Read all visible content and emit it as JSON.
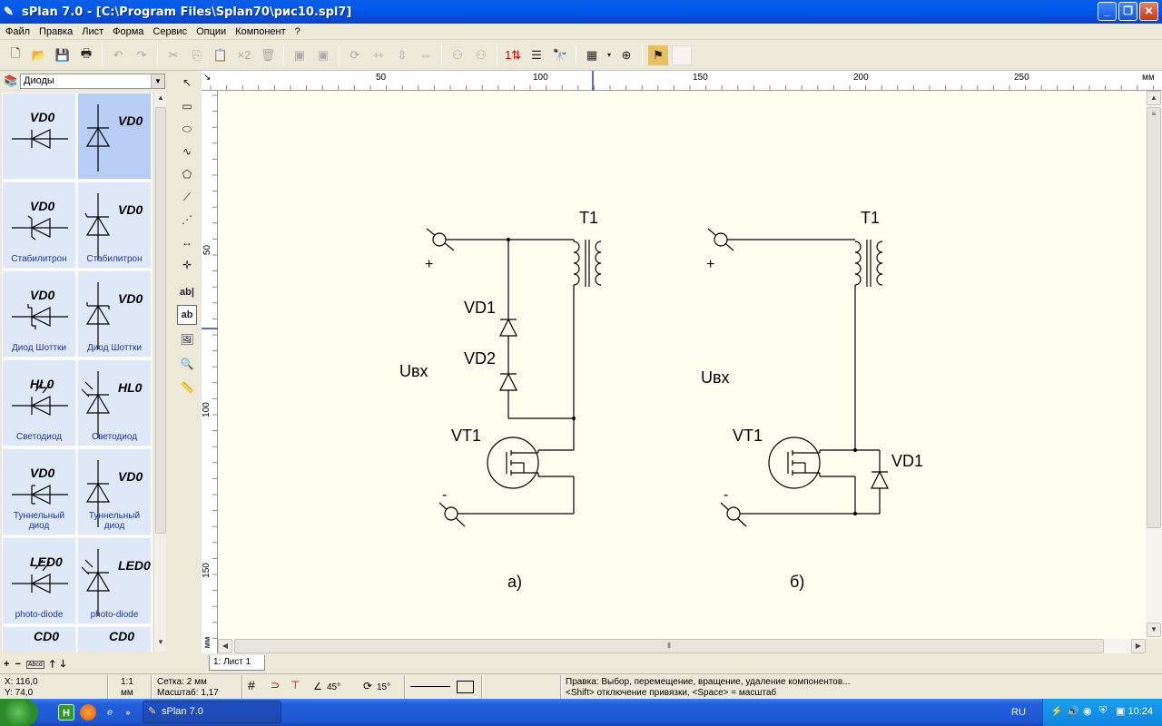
{
  "window": {
    "title": "sPlan 7.0 - [C:\\Program Files\\Splan70\\рис10.spl7]"
  },
  "menu": [
    "Файл",
    "Правка",
    "Лист",
    "Форма",
    "Сервис",
    "Опции",
    "Компонент",
    "?"
  ],
  "library": {
    "selected": "Диоды",
    "cells": [
      {
        "ref": "VD0",
        "label": "",
        "kind": "diode-h"
      },
      {
        "ref": "VD0",
        "label": "",
        "kind": "diode-v"
      },
      {
        "ref": "VD0",
        "label": "Стабилитрон",
        "kind": "zener-h"
      },
      {
        "ref": "VD0",
        "label": "Стабилитрон",
        "kind": "zener-v"
      },
      {
        "ref": "VD0",
        "label": "Диод Шоттки",
        "kind": "schottky-h"
      },
      {
        "ref": "VD0",
        "label": "Диод Шоттки",
        "kind": "schottky-v"
      },
      {
        "ref": "HL0",
        "label": "Светодиод",
        "kind": "led-h"
      },
      {
        "ref": "HL0",
        "label": "Светодиод",
        "kind": "led-v"
      },
      {
        "ref": "VD0",
        "label": "Туннельный диод",
        "kind": "tunnel-h"
      },
      {
        "ref": "VD0",
        "label": "Туннельный диод",
        "kind": "tunnel-v"
      },
      {
        "ref": "LED0",
        "label": "photo-diode",
        "kind": "photo-h"
      },
      {
        "ref": "LED0",
        "label": "photo-diode",
        "kind": "photo-v"
      },
      {
        "ref": "CD0",
        "label": "",
        "kind": "partial"
      },
      {
        "ref": "CD0",
        "label": "",
        "kind": "partial"
      }
    ]
  },
  "ruler": {
    "top_labels": [
      "50",
      "100",
      "150",
      "200",
      "250"
    ],
    "top_unit": "мм",
    "left_labels": [
      "50",
      "100",
      "150"
    ],
    "left_unit": "мм"
  },
  "schematic": {
    "a": {
      "caption": "а)",
      "t": "T1",
      "plus": "+",
      "minus": "-",
      "uin": "Uвх",
      "vd1": "VD1",
      "vd2": "VD2",
      "vt": "VT1"
    },
    "b": {
      "caption": "б)",
      "t": "T1",
      "plus": "+",
      "minus": "-",
      "uin": "Uвх",
      "vd1": "VD1",
      "vt": "VT1"
    }
  },
  "sheet_tab": "1: Лист 1",
  "status": {
    "x": "X: 116,0",
    "y": "Y: 74,0",
    "scale_ratio": "1:1",
    "scale_unit": "мм",
    "grid": "Сетка: 2 мм",
    "zoom": "Масштаб:  1,17",
    "angle1": "45°",
    "angle2": "15°",
    "hint1": "Правка: Выбор, перемещение, вращение, удаление компонентов...",
    "hint2": "<Shift> отключение привязки, <Space> = масштаб"
  },
  "taskbar": {
    "item": "sPlan 7.0",
    "lang": "RU",
    "clock": "10:24"
  },
  "colors": {
    "titlebar": "#0058ee",
    "canvas": "#fffff0",
    "cell": "#dfe8f7",
    "cell_selected": "#b8cdf3",
    "label": "#1a35a8"
  }
}
